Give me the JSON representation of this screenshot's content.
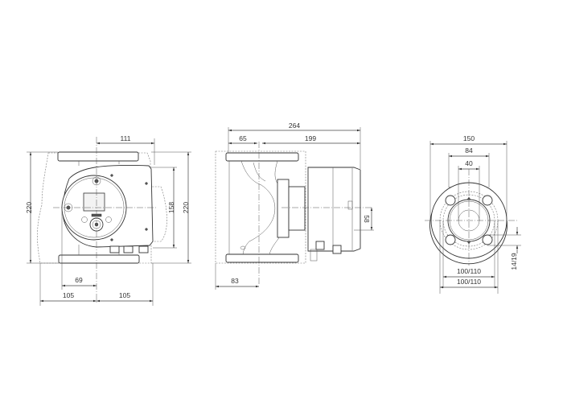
{
  "drawing": {
    "type": "pump dimension drawing",
    "units": "mm",
    "views": [
      {
        "id": "front",
        "dimensions": {
          "top_width": "111",
          "height_left": "220",
          "height_right": "220",
          "control_box_height": "158",
          "center_to_knob": "69",
          "half_width_left": "105",
          "half_width_right": "105"
        }
      },
      {
        "id": "side",
        "dimensions": {
          "overall_length": "264",
          "flange_to_axis": "65",
          "axis_to_end": "199",
          "axis_offset": "58",
          "bottom_offset": "83"
        }
      },
      {
        "id": "flange",
        "dimensions": {
          "flange_diameter": "150",
          "bolt_spacing": "84",
          "bore": "40",
          "bolt_hole": "14/19",
          "bolt_circle_1": "100/110",
          "bolt_circle_2": "100/110"
        }
      }
    ]
  },
  "colors": {
    "line": "#444444",
    "background": "#ffffff"
  }
}
